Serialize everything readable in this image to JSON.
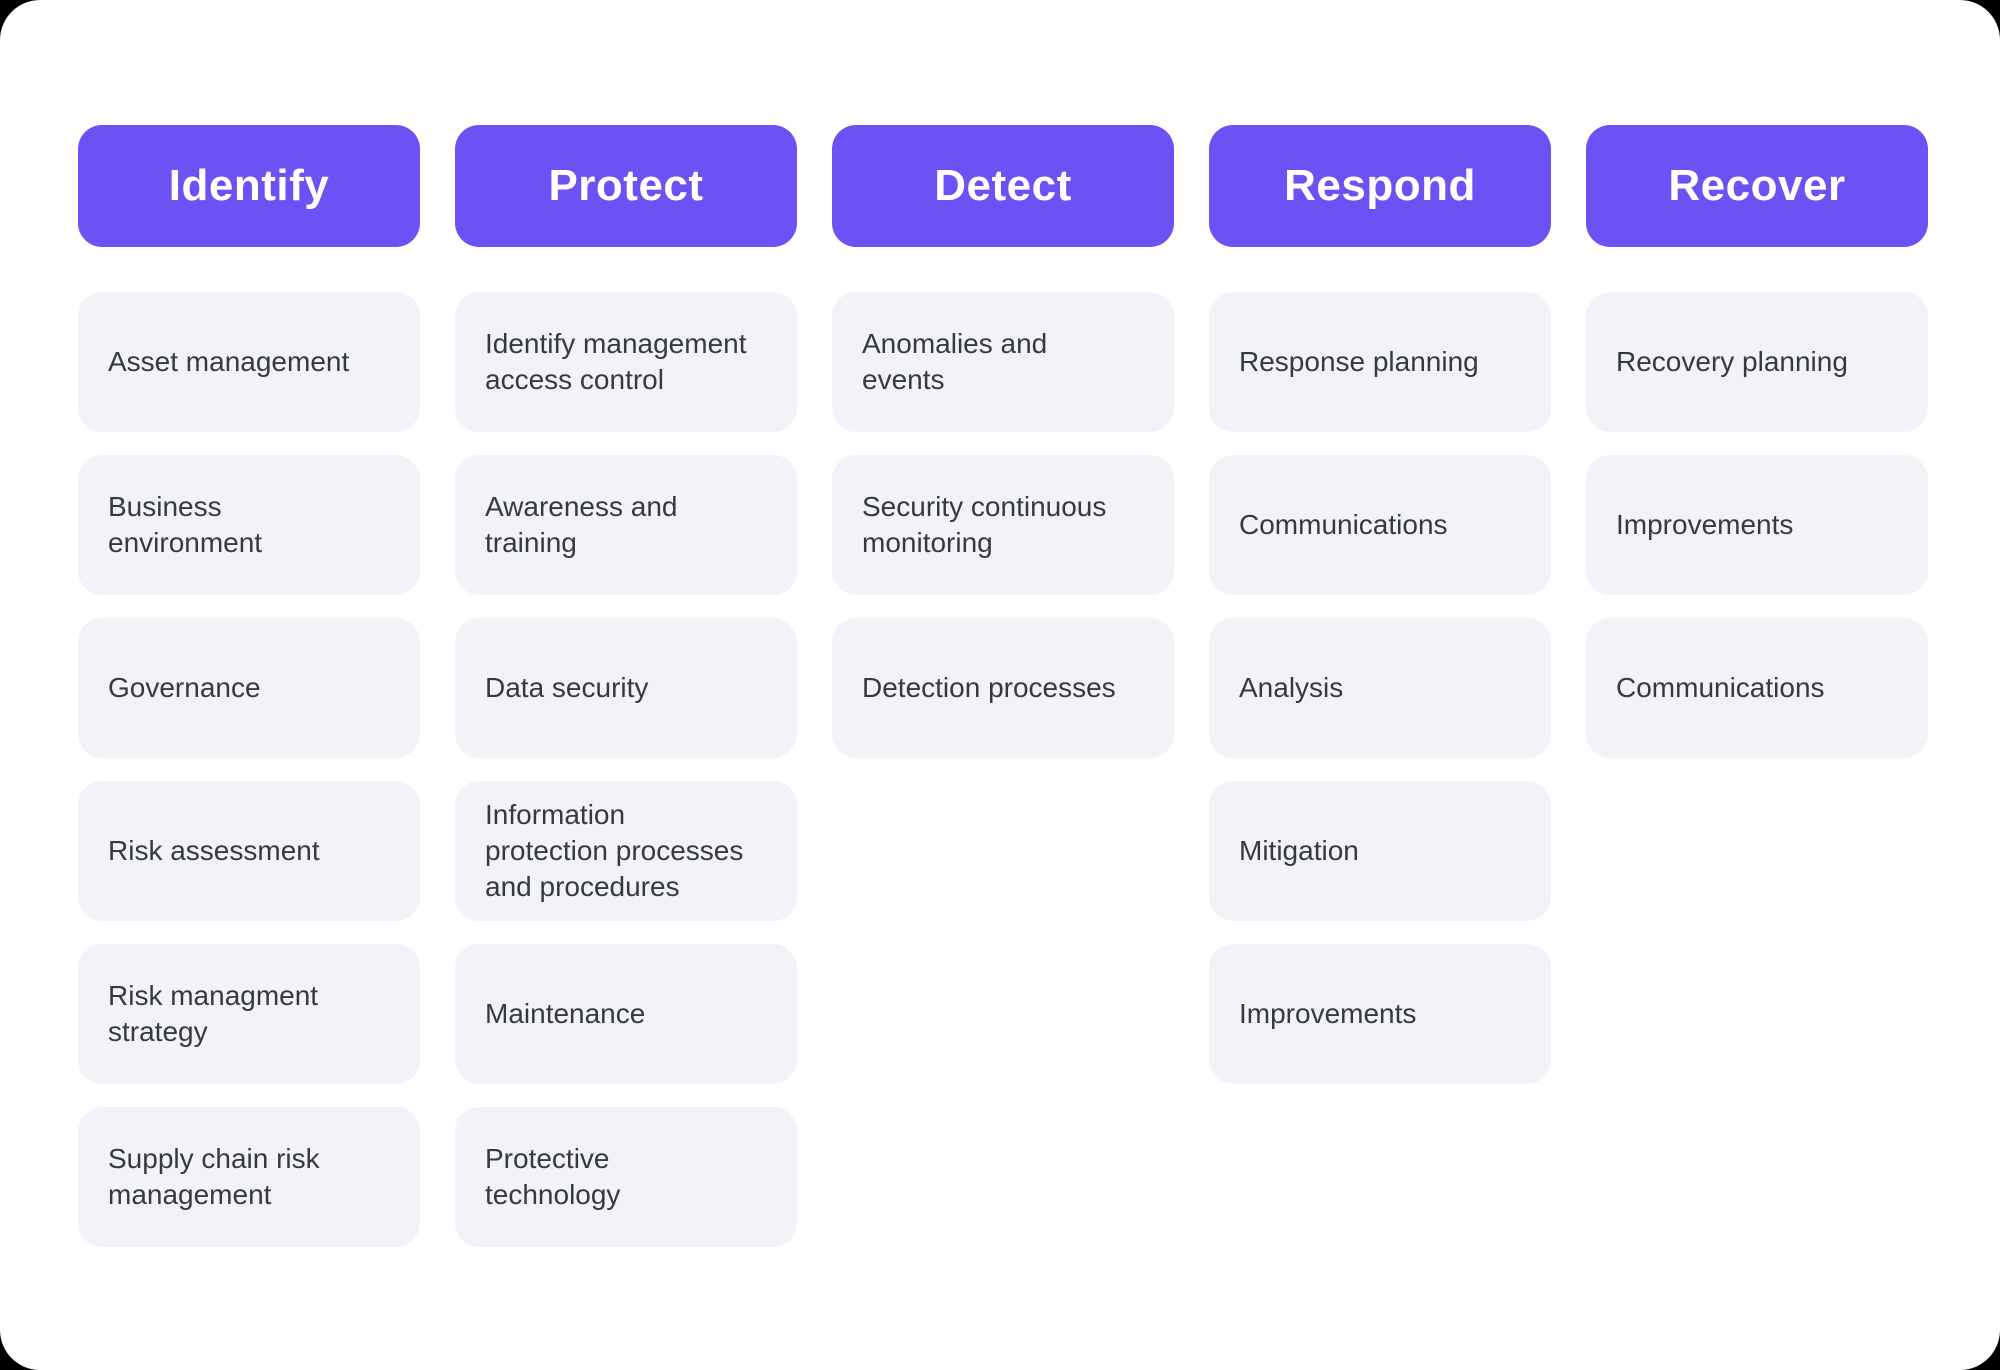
{
  "colors": {
    "panel_bg": "#FFFFFF",
    "header_bg": "#6C52F4",
    "header_text": "#FFFFFF",
    "card_bg": "#F2F3F8",
    "card_text": "#363A40"
  },
  "framework": {
    "columns": [
      {
        "title": "Identify",
        "items": [
          "Asset management",
          "Business\nenvironment",
          "Governance",
          "Risk assessment",
          "Risk managment\nstrategy",
          "Supply chain risk\nmanagement"
        ]
      },
      {
        "title": "Protect",
        "items": [
          "Identify management\naccess control",
          "Awareness and\ntraining",
          "Data security",
          "Information\nprotection processes\nand procedures",
          "Maintenance",
          "Protective\ntechnology"
        ]
      },
      {
        "title": "Detect",
        "items": [
          "Anomalies and\nevents",
          "Security continuous\nmonitoring",
          "Detection processes"
        ]
      },
      {
        "title": "Respond",
        "items": [
          "Response planning",
          "Communications",
          "Analysis",
          "Mitigation",
          "Improvements"
        ]
      },
      {
        "title": "Recover",
        "items": [
          "Recovery planning",
          "Improvements",
          "Communications"
        ]
      }
    ]
  }
}
